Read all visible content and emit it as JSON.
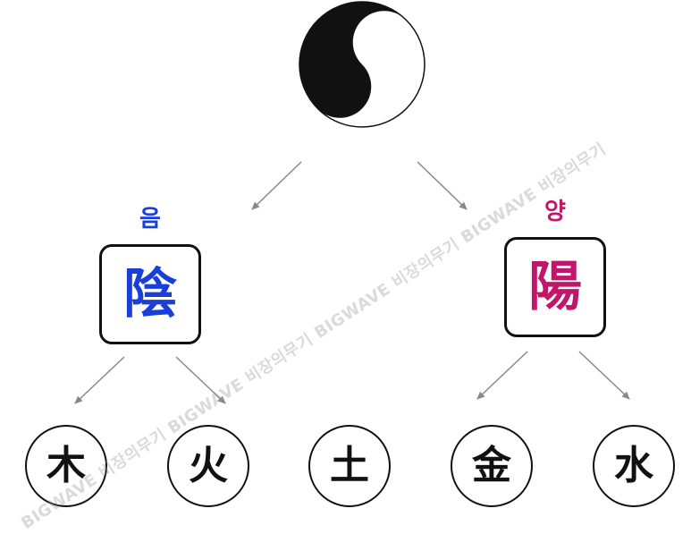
{
  "taiji": {
    "icon": "yin-yang-icon"
  },
  "yin": {
    "reading": "음",
    "hanja": "陰",
    "color": "#1a3fd6"
  },
  "yang": {
    "reading": "양",
    "hanja": "陽",
    "color": "#c0176b"
  },
  "elements": [
    {
      "char": "木"
    },
    {
      "char": "火"
    },
    {
      "char": "土"
    },
    {
      "char": "金"
    },
    {
      "char": "水"
    }
  ],
  "watermark": {
    "text": "BIGWAVE 비장의무기 BIGWAVE 비장의무기 BIGWAVE 비장의무기 BIGWAVE 비장의무기"
  },
  "colors": {
    "arrow": "#888888",
    "outline": "#111111"
  }
}
